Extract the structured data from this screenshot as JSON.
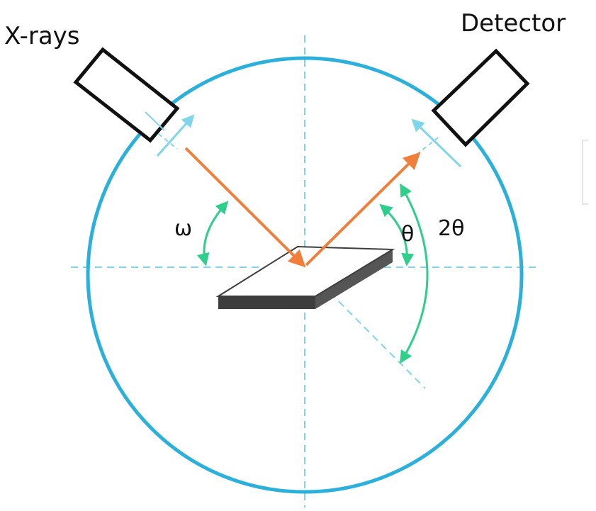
{
  "labels": {
    "source": "X-rays",
    "detector": "Detector",
    "omega": "ω",
    "theta": "θ",
    "two_theta": "2θ"
  },
  "colors": {
    "circle": "#2bb0db",
    "axis_dashed": "#7fd6ea",
    "beam": "#f07f3c",
    "angle_arrow": "#2ecf8a",
    "sample_top": "#ffffff",
    "sample_edge": "#3d3d3d",
    "instrument_box": "#111111",
    "text": "#111111"
  }
}
